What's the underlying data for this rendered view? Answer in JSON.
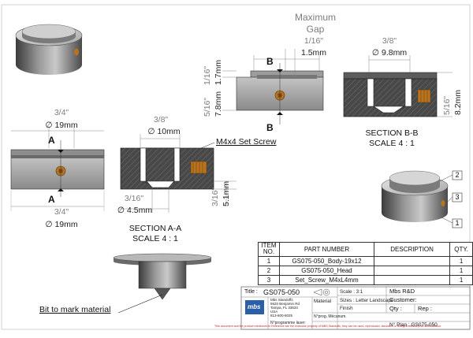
{
  "top_dimensions": {
    "max_gap_title": "Maximum",
    "max_gap_title2": "Gap",
    "max_gap_in": "1/16\"",
    "max_gap_mm": "1.5mm",
    "head_dia_in": "3/8\"",
    "head_dia_mm": "∅ 9.8mm",
    "left_height_in": "1/16\"",
    "left_height_mm": "1.7mm",
    "body_height_in": "5/16\"",
    "body_height_mm": "7.8mm",
    "secB_height_in": "5/16\"",
    "secB_height_mm": "8.2mm"
  },
  "section_b": {
    "marker_top": "B",
    "marker_bottom": "B",
    "title": "SECTION B-B",
    "scale": "SCALE 4 : 1"
  },
  "front_view": {
    "top_dia_in": "3/4\"",
    "top_dia_mm": "∅ 19mm",
    "bottom_dia_in": "3/4\"",
    "bottom_dia_mm": "∅ 19mm",
    "marker_top": "A",
    "marker_bottom": "A"
  },
  "section_a": {
    "top_dia_in": "3/8\"",
    "top_dia_mm": "∅ 10mm",
    "set_screw_label": "M4x4 Set Screw",
    "bottom_dia_in": "3/16\"",
    "bottom_dia_mm": "∅ 4.5mm",
    "depth_in": "3/16\"",
    "depth_mm": "5.1mm",
    "title": "SECTION A-A",
    "scale": "SCALE 4 : 1"
  },
  "bit_label": "Bit to mark material",
  "balloons": [
    "2",
    "3",
    "1"
  ],
  "bom": {
    "headers": [
      "ITEM NO.",
      "PART NUMBER",
      "DESCRIPTION",
      "QTY."
    ],
    "rows": [
      [
        "1",
        "GS075-050_Body-19x12",
        "",
        "1"
      ],
      [
        "2",
        "GS075-050_Head",
        "",
        "1"
      ],
      [
        "3",
        "Set_Screw_M4xL4mm",
        "",
        "1"
      ]
    ]
  },
  "title_block": {
    "title_label": "Title :",
    "title_value": "GS075-050",
    "scale": "Scale : 3:1",
    "mbs": "Mbs R&D",
    "sizes": "Sizes : Letter Landscape",
    "customer": "Customer:",
    "finish": "Finish",
    "qty": "Qty :",
    "rep": "Rep :",
    "material": "Material",
    "address1": "Mbs Standoffs",
    "address2": "5620 Benjamin Rd",
    "address3": "Tampa, FL 33634",
    "address4": "USA",
    "address5": "813-600-6025",
    "prog_laser": "N°programme laser:",
    "prog_meca": "N°prog. Mécanum.",
    "plan": "N° Plan : GS075-050",
    "logo": "mbs",
    "disclaimer": "This document and the product mentioned in Reference are the exclusive property of MBS-Standoffs, they can be used, reproduced, disclosed or divulged without prior authorization."
  },
  "colors": {
    "metal_dark": "#3a3a3a",
    "metal_mid": "#8c8c8c",
    "metal_light": "#d8d8d8",
    "brass": "#b8731f",
    "disclaimer_red": "#cc2222"
  }
}
